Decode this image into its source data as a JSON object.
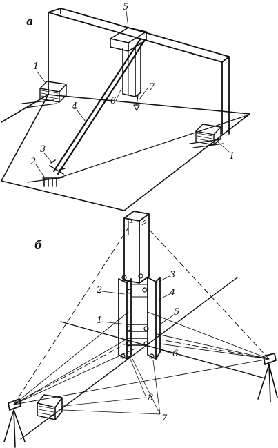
{
  "panels": [
    {
      "id": "a",
      "label": "а",
      "callouts": [
        "1",
        "1",
        "2",
        "3",
        "4",
        "5",
        "6",
        "7"
      ]
    },
    {
      "id": "b",
      "label": "б",
      "callouts": [
        "1",
        "2",
        "3",
        "4",
        "5",
        "6",
        "7",
        "8"
      ]
    }
  ]
}
